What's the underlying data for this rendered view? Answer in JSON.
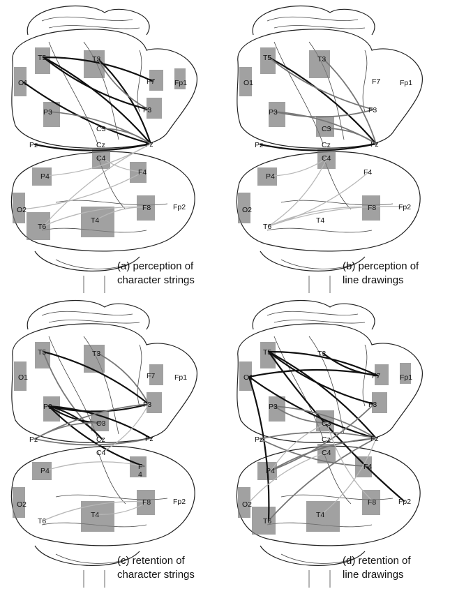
{
  "panels": [
    {
      "caption": [
        "(a) perception of",
        "character strings"
      ],
      "labels": {
        "T5": "T5",
        "T3": "T3",
        "O1": "O1",
        "F7": "F7",
        "Fp1": "Fp1",
        "P3": "P3",
        "F3": "F3",
        "C3": "C3",
        "Pz": "Pz",
        "Cz": "Cz",
        "Fz": "Fz",
        "C4": "C4",
        "P4": "P4",
        "F4": "F4",
        "O2": "O2",
        "F8": "F8",
        "Fp2": "Fp2",
        "T6": "T6",
        "T4": "T4"
      },
      "regions": [
        "T3",
        "T5",
        "O1",
        "F7",
        "Fp1",
        "P3",
        "F3",
        "C4",
        "F4",
        "P4",
        "O2",
        "T6",
        "T4",
        "F8"
      ],
      "links": [
        [
          "T5",
          "Fz",
          "strong"
        ],
        [
          "T5",
          "F3",
          "strong"
        ],
        [
          "T3",
          "Fz",
          "strong"
        ],
        [
          "O1",
          "Fz",
          "strong"
        ],
        [
          "T5",
          "F7",
          "strong"
        ],
        [
          "T3",
          "F3",
          "medium"
        ],
        [
          "P3",
          "Fz",
          "medium"
        ],
        [
          "Pz",
          "Fz",
          "strong"
        ],
        [
          "C3",
          "Fz",
          "medium"
        ],
        [
          "P4",
          "Fz",
          "weak"
        ],
        [
          "T6",
          "Fz",
          "weak"
        ],
        [
          "O2",
          "F4",
          "weak"
        ],
        [
          "T4",
          "F8",
          "weak"
        ],
        [
          "C4",
          "F4",
          "weak"
        ],
        [
          "T6",
          "F8",
          "weak"
        ]
      ]
    },
    {
      "caption": [
        "(b) perception of",
        "line drawings"
      ],
      "labels": {
        "T5": "T5",
        "T3": "T3",
        "O1": "O1",
        "F7": "F7",
        "Fp1": "Fp1",
        "P3": "P3",
        "F3": "F3",
        "C3": "C3",
        "Pz": "Pz",
        "Cz": "Cz",
        "Fz": "Fz",
        "C4": "C4",
        "P4": "P4",
        "F4": "F4",
        "O2": "O2",
        "F8": "F8",
        "Fp2": "Fp2",
        "T6": "T6",
        "T4": "T4"
      },
      "regions": [
        "T5",
        "T3",
        "O1",
        "P3",
        "C3",
        "C4",
        "P4",
        "F8",
        "O2"
      ],
      "links": [
        [
          "T5",
          "Fz",
          "strong"
        ],
        [
          "T5",
          "F3",
          "medium"
        ],
        [
          "T3",
          "Fz",
          "medium"
        ],
        [
          "P3",
          "F3",
          "medium"
        ],
        [
          "P3",
          "Fz",
          "medium"
        ],
        [
          "Pz",
          "Fz",
          "strong"
        ],
        [
          "C3",
          "Fz",
          "medium"
        ],
        [
          "T6",
          "F4",
          "weak"
        ],
        [
          "T6",
          "F8",
          "weak"
        ],
        [
          "T6",
          "C4",
          "weak"
        ],
        [
          "T6",
          "Fp2",
          "weak"
        ],
        [
          "P4",
          "C4",
          "weak"
        ]
      ]
    },
    {
      "caption": [
        "(c) retention of",
        "character strings"
      ],
      "labels": {
        "T5": "T5",
        "T3": "T3",
        "O1": "O1",
        "F7": "F7",
        "Fp1": "Fp1",
        "P3": "P3",
        "F3": "F3",
        "C3": "C3",
        "Pz": "Pz",
        "Cz": "Cz",
        "Fz": "Fz",
        "C4": "C4",
        "P4": "P4",
        "F4": "F\n4",
        "O2": "O2",
        "F8": "F8",
        "Fp2": "Fp2",
        "T6": "T6",
        "T4": "T4"
      },
      "regions": [
        "T5",
        "T3",
        "O1",
        "F7",
        "P3",
        "F3",
        "C3",
        "P4",
        "F4",
        "F8",
        "O2",
        "T4"
      ],
      "links": [
        [
          "T5",
          "F3",
          "strong"
        ],
        [
          "T5",
          "Cz",
          "medium"
        ],
        [
          "T3",
          "F3",
          "medium"
        ],
        [
          "P3",
          "F3",
          "strong"
        ],
        [
          "P3",
          "Fz",
          "strong"
        ],
        [
          "P3",
          "F4",
          "strong"
        ],
        [
          "P3",
          "Cz",
          "strong"
        ],
        [
          "P3",
          "C3",
          "strong"
        ],
        [
          "Pz",
          "F3",
          "medium"
        ],
        [
          "Pz",
          "Fz",
          "medium"
        ],
        [
          "Pz",
          "C3",
          "medium"
        ],
        [
          "C4",
          "F3",
          "weak"
        ],
        [
          "T6",
          "F8",
          "weak"
        ],
        [
          "T4",
          "F8",
          "weak"
        ],
        [
          "P4",
          "F4",
          "weak"
        ]
      ]
    },
    {
      "caption": [
        "(d) retention of",
        "line drawings"
      ],
      "labels": {
        "T5": "T5",
        "T3": "T3",
        "O1": "O1",
        "F7": "F7",
        "Fp1": "Fp1",
        "P3": "P3",
        "F3": "F3",
        "C3": "C3",
        "Pz": "Pz",
        "Cz": "Cz",
        "Fz": "Fz",
        "C4": "C4",
        "P4": "P4",
        "F4": "F4",
        "O2": "O2",
        "F8": "F8",
        "Fp2": "Fp2",
        "T6": "T6",
        "T4": "T4"
      },
      "regions": [
        "T5",
        "O1",
        "F7",
        "Fp1",
        "P3",
        "F3",
        "C3",
        "C4",
        "P4",
        "F4",
        "F8",
        "O2",
        "T6",
        "T4"
      ],
      "links": [
        [
          "T5",
          "F7",
          "strong"
        ],
        [
          "T5",
          "F3",
          "strong"
        ],
        [
          "T5",
          "Fz",
          "strong"
        ],
        [
          "T5",
          "Fp2",
          "strong"
        ],
        [
          "O1",
          "F7",
          "strong"
        ],
        [
          "O1",
          "Fz",
          "strong"
        ],
        [
          "O1",
          "T6",
          "strong"
        ],
        [
          "T3",
          "F7",
          "strong"
        ],
        [
          "P3",
          "Fz",
          "medium"
        ],
        [
          "P3",
          "C3",
          "medium"
        ],
        [
          "Pz",
          "Fz",
          "medium"
        ],
        [
          "Pz",
          "F4",
          "medium"
        ],
        [
          "P4",
          "Fz",
          "medium"
        ],
        [
          "P4",
          "F3",
          "medium"
        ],
        [
          "T6",
          "Fz",
          "medium"
        ],
        [
          "C3",
          "F8",
          "weak"
        ],
        [
          "P4",
          "C3",
          "weak"
        ],
        [
          "T4",
          "Fz",
          "weak"
        ],
        [
          "O2",
          "C4",
          "weak"
        ]
      ]
    }
  ],
  "colors": {
    "strong": "#111111",
    "medium": "#777777",
    "weak": "#b8b8b8",
    "region": "#7d7d7d"
  }
}
